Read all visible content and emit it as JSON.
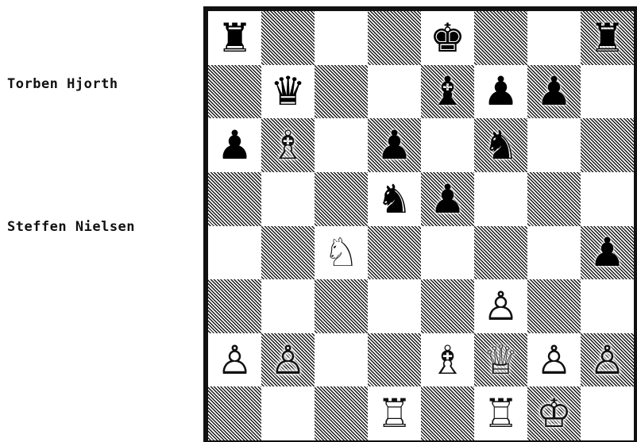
{
  "players": {
    "top": "Torben Hjorth",
    "bottom": "Steffen Nielsen"
  },
  "board": {
    "ranks": [
      [
        {
          "p": "♜",
          "c": "black",
          "n": "black-rook-icon"
        },
        null,
        null,
        null,
        {
          "p": "♚",
          "c": "black",
          "n": "black-king-icon"
        },
        null,
        null,
        {
          "p": "♜",
          "c": "black",
          "n": "black-rook-icon"
        }
      ],
      [
        null,
        {
          "p": "♛",
          "c": "black",
          "n": "black-queen-icon"
        },
        null,
        null,
        {
          "p": "♝",
          "c": "black",
          "n": "black-bishop-icon"
        },
        {
          "p": "♟",
          "c": "black",
          "n": "black-pawn-icon"
        },
        {
          "p": "♟",
          "c": "black",
          "n": "black-pawn-icon"
        },
        null
      ],
      [
        {
          "p": "♟",
          "c": "black",
          "n": "black-pawn-icon"
        },
        {
          "p": "♗",
          "c": "white",
          "n": "white-bishop-icon"
        },
        null,
        {
          "p": "♟",
          "c": "black",
          "n": "black-pawn-icon"
        },
        null,
        {
          "p": "♞",
          "c": "black",
          "n": "black-knight-icon"
        },
        null,
        null
      ],
      [
        null,
        null,
        null,
        {
          "p": "♞",
          "c": "black",
          "n": "black-knight-icon"
        },
        {
          "p": "♟",
          "c": "black",
          "n": "black-pawn-icon"
        },
        null,
        null,
        null
      ],
      [
        null,
        null,
        {
          "p": "♘",
          "c": "white",
          "n": "white-knight-icon"
        },
        null,
        null,
        null,
        null,
        {
          "p": "♟",
          "c": "black",
          "n": "black-pawn-icon"
        }
      ],
      [
        null,
        null,
        null,
        null,
        null,
        {
          "p": "♙",
          "c": "white",
          "n": "white-pawn-icon"
        },
        null,
        null
      ],
      [
        {
          "p": "♙",
          "c": "white",
          "n": "white-pawn-icon"
        },
        {
          "p": "♙",
          "c": "white",
          "n": "white-pawn-icon"
        },
        null,
        null,
        {
          "p": "♗",
          "c": "white",
          "n": "white-bishop-icon"
        },
        {
          "p": "♕",
          "c": "white",
          "n": "white-queen-icon"
        },
        {
          "p": "♙",
          "c": "white",
          "n": "white-pawn-icon"
        },
        {
          "p": "♙",
          "c": "white",
          "n": "white-pawn-icon"
        }
      ],
      [
        null,
        null,
        null,
        {
          "p": "♖",
          "c": "white",
          "n": "white-rook-icon"
        },
        null,
        {
          "p": "♖",
          "c": "white",
          "n": "white-rook-icon"
        },
        {
          "p": "♔",
          "c": "white",
          "n": "white-king-icon"
        },
        null
      ]
    ]
  }
}
